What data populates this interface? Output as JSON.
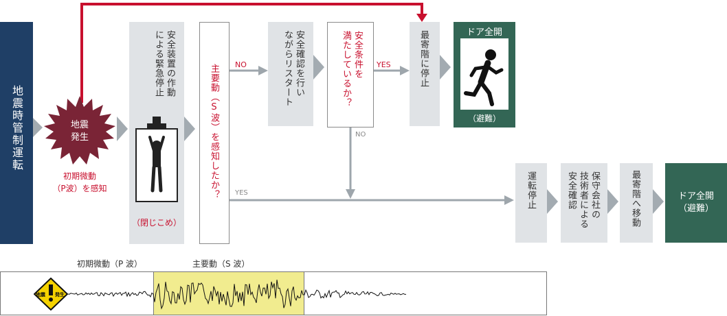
{
  "start": {
    "label": "地震時管制運転"
  },
  "quake": {
    "label_line1": "地震",
    "label_line2": "発生",
    "caption_line1": "初期微動",
    "caption_line2": "（P波）を感知"
  },
  "emergency": {
    "text": "安全装置の作動\nによる緊急停止",
    "caption": "（閉じこめ）"
  },
  "s_wave_question": {
    "text": "主要動（S波）を感知したか？"
  },
  "labels": {
    "no": "NO",
    "yes": "YES",
    "yes2": "YES",
    "no2": "NO"
  },
  "restart": {
    "text": "安全確認を行い\nながらリスタート"
  },
  "safety_condition": {
    "text": "安全条件を\n満たしているか？"
  },
  "stop_nearest_1": {
    "text": "最寄階に停止"
  },
  "door_open_1": {
    "title": "ドア全開",
    "caption": "（避難）"
  },
  "stop_operation": {
    "text": "運転停止"
  },
  "maintenance": {
    "text": "保守会社の\n技術者による\n安全確認"
  },
  "move_nearest": {
    "text": "最寄階へ移動"
  },
  "door_open_2": {
    "line1": "ドア全開",
    "line2": "（避難）"
  },
  "waveform": {
    "p_wave_label": "初期微動（P 波）",
    "s_wave_label": "主要動（S 波）",
    "sign_text_1": "地震",
    "sign_text_2": "発生"
  },
  "colors": {
    "navy": "#1f3f66",
    "red": "#c8102e",
    "gray_box": "#e0e3e6",
    "green": "#336655",
    "starburst": "#7a2436",
    "highlight": "#f1ec8f",
    "arrow_gray": "#9ea6ac"
  }
}
